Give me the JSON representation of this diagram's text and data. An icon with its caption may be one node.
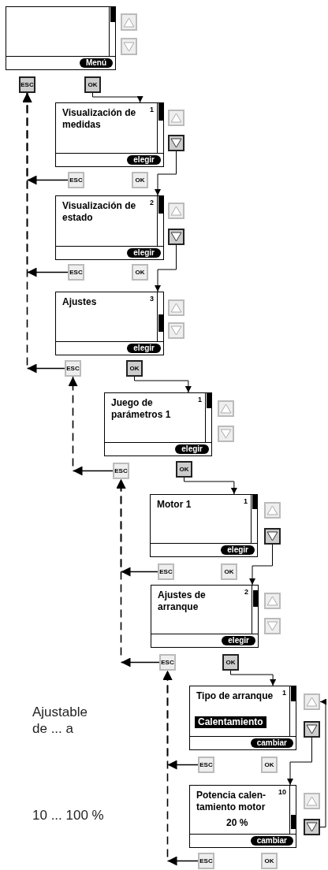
{
  "diagram": {
    "nodes": [
      {
        "text": [
          "Menú"
        ]
      },
      {
        "text": [],
        "shape": "box"
      },
      {
        "text": [],
        "shape": "box"
      },
      {
        "text": [
          "ESC"
        ]
      },
      {
        "text": [
          "OK"
        ]
      },
      {
        "text": [
          "Visualización de medidas",
          "1",
          "elegir"
        ]
      },
      {
        "text": [],
        "shape": "box"
      },
      {
        "text": [],
        "shape": "box"
      },
      {
        "text": [
          "ESC"
        ]
      },
      {
        "text": [
          "OK"
        ]
      },
      {
        "text": [
          "Visualización de estado",
          "2",
          "elegir"
        ]
      },
      {
        "text": [],
        "shape": "box"
      },
      {
        "text": [],
        "shape": "box"
      },
      {
        "text": [
          "ESC"
        ]
      },
      {
        "text": [
          "OK"
        ]
      },
      {
        "text": [
          "Ajustes",
          "3",
          "elegir"
        ]
      },
      {
        "text": [],
        "shape": "box"
      },
      {
        "text": [],
        "shape": "box"
      },
      {
        "text": [
          "ESC"
        ]
      },
      {
        "text": [
          "OK"
        ]
      },
      {
        "text": [
          "Juego de parámetros 1",
          "1",
          "elegir"
        ]
      },
      {
        "text": [],
        "shape": "box"
      },
      {
        "text": [],
        "shape": "box"
      },
      {
        "text": [
          "ESC"
        ]
      },
      {
        "text": [
          "OK"
        ]
      },
      {
        "text": [
          "Motor 1",
          "1",
          "elegir"
        ]
      },
      {
        "text": [],
        "shape": "box"
      },
      {
        "text": [],
        "shape": "box"
      },
      {
        "text": [
          "ESC"
        ]
      },
      {
        "text": [
          "OK"
        ]
      },
      {
        "text": [
          "Ajustes de arranque",
          "2",
          "elegir"
        ]
      },
      {
        "text": [],
        "shape": "box"
      },
      {
        "text": [],
        "shape": "box"
      },
      {
        "text": [
          "ESC"
        ]
      },
      {
        "text": [
          "OK"
        ]
      },
      {
        "text": [
          "Tipo de arranque",
          "1",
          "Calentamiento",
          "cambiar"
        ]
      },
      {
        "text": [],
        "shape": "box"
      },
      {
        "text": [],
        "shape": "box"
      },
      {
        "text": [
          "ESC"
        ]
      },
      {
        "text": [
          "OK"
        ]
      },
      {
        "text": [
          "Potencia calen- tamiento motor",
          "10",
          "20 %",
          "cambiar"
        ]
      },
      {
        "text": [],
        "shape": "box"
      },
      {
        "text": [],
        "shape": "box"
      },
      {
        "text": [
          "ESC"
        ]
      },
      {
        "text": [
          "OK"
        ]
      }
    ],
    "edges": [
      {
        "from": 4,
        "to": 5,
        "arrow": "to"
      },
      {
        "from": 7,
        "to": 10,
        "arrow": "to"
      },
      {
        "from": 12,
        "to": 15,
        "arrow": "to"
      },
      {
        "from": 19,
        "to": 20,
        "arrow": "to"
      },
      {
        "from": 24,
        "to": 25,
        "arrow": "to"
      },
      {
        "from": 27,
        "to": 30,
        "arrow": "to"
      },
      {
        "from": 34,
        "to": 35,
        "arrow": "to"
      },
      {
        "from": 37,
        "to": 40,
        "arrow": "to"
      },
      {
        "from": 42,
        "to": 36,
        "arrow": "to"
      },
      {
        "from": 8,
        "to": 3,
        "arrow": "to",
        "style": "dashed"
      },
      {
        "from": 13,
        "to": 3,
        "arrow": "to",
        "style": "dashed"
      },
      {
        "from": 18,
        "to": 3,
        "arrow": "to",
        "style": "dashed"
      },
      {
        "from": 23,
        "to": 18,
        "arrow": "to",
        "style": "dashed"
      },
      {
        "from": 28,
        "to": 23,
        "arrow": "to",
        "style": "dashed"
      },
      {
        "from": 33,
        "to": 23,
        "arrow": "to",
        "style": "dashed"
      },
      {
        "from": 38,
        "to": 33,
        "arrow": "to",
        "style": "dashed"
      },
      {
        "from": 43,
        "to": 33,
        "arrow": "to",
        "style": "dashed"
      }
    ],
    "labels": [
      "Ajustable de ... a",
      "10 ... 100 %"
    ]
  }
}
